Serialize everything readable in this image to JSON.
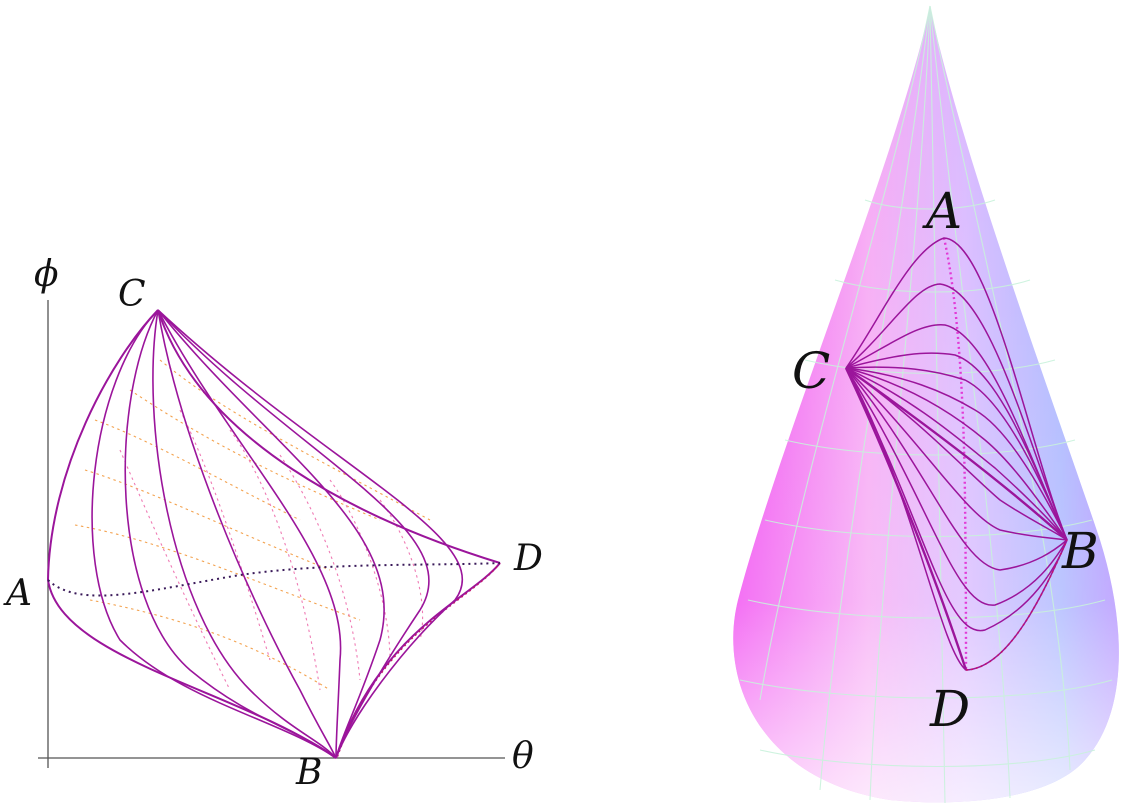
{
  "left_panel": {
    "axis_labels": {
      "x": "θ",
      "y": "ϕ"
    },
    "points": {
      "A": "A",
      "B": "B",
      "C": "C",
      "D": "D"
    }
  },
  "right_panel": {
    "points": {
      "A": "A",
      "B": "B",
      "C": "C",
      "D": "D"
    }
  },
  "colors": {
    "curve": "#9b159b",
    "curve_edge": "#c0156e",
    "dotted_grid_orange": "#f3a24f",
    "dotted_grid_pink": "#ef7bb4",
    "cone_magenta": "#f25cf2",
    "cone_blue": "#a9b6ff",
    "cone_grid": "#c9f2dc",
    "axis": "#555555"
  },
  "icons": [
    "cone-surface",
    "curve-family"
  ]
}
